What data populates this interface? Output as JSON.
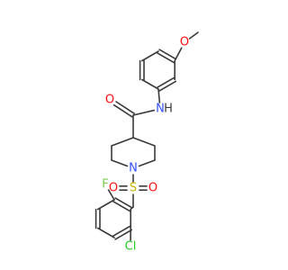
{
  "colors": {
    "bond": "#3a3a3a",
    "O": "#ff0d0d",
    "N": "#3050f8",
    "S": "#c8b400",
    "F": "#7ec850",
    "Cl": "#1fd01f"
  },
  "molecule": {
    "atoms": [
      {
        "id": "a0",
        "el": "C",
        "label": ""
      },
      {
        "id": "a1",
        "el": "O",
        "label": "O"
      },
      {
        "id": "a2",
        "el": "C",
        "label": ""
      },
      {
        "id": "a3",
        "el": "C",
        "label": ""
      },
      {
        "id": "a4",
        "el": "C",
        "label": ""
      },
      {
        "id": "a5",
        "el": "C",
        "label": ""
      },
      {
        "id": "a6",
        "el": "C",
        "label": ""
      },
      {
        "id": "a7",
        "el": "C",
        "label": ""
      },
      {
        "id": "a8",
        "el": "N",
        "label": "N"
      },
      {
        "id": "a9",
        "el": "H",
        "label": "H"
      },
      {
        "id": "a10",
        "el": "C",
        "label": ""
      },
      {
        "id": "a11",
        "el": "O",
        "label": "O"
      },
      {
        "id": "a12",
        "el": "C",
        "label": ""
      },
      {
        "id": "a13",
        "el": "C",
        "label": ""
      },
      {
        "id": "a14",
        "el": "C",
        "label": ""
      },
      {
        "id": "a15",
        "el": "N",
        "label": "N"
      },
      {
        "id": "a16",
        "el": "C",
        "label": ""
      },
      {
        "id": "a17",
        "el": "C",
        "label": ""
      },
      {
        "id": "a18",
        "el": "S",
        "label": "S"
      },
      {
        "id": "a19",
        "el": "O",
        "label": "O"
      },
      {
        "id": "a20",
        "el": "O",
        "label": "O"
      },
      {
        "id": "a21",
        "el": "C",
        "label": ""
      },
      {
        "id": "a22",
        "el": "C",
        "label": ""
      },
      {
        "id": "a23",
        "el": "C",
        "label": ""
      },
      {
        "id": "a24",
        "el": "F",
        "label": "F"
      },
      {
        "id": "a25",
        "el": "C",
        "label": ""
      },
      {
        "id": "a26",
        "el": "C",
        "label": ""
      },
      {
        "id": "a27",
        "el": "C",
        "label": ""
      },
      {
        "id": "a28",
        "el": "C",
        "label": ""
      },
      {
        "id": "a29",
        "el": "Cl",
        "label": "Cl"
      }
    ],
    "bonds": [
      {
        "a": "a0",
        "b": "a1",
        "order": 1
      },
      {
        "a": "a1",
        "b": "a2",
        "order": 1
      },
      {
        "a": "a2",
        "b": "a3",
        "order": 2
      },
      {
        "a": "a3",
        "b": "a4",
        "order": 1
      },
      {
        "a": "a4",
        "b": "a5",
        "order": 2
      },
      {
        "a": "a5",
        "b": "a6",
        "order": 1
      },
      {
        "a": "a6",
        "b": "a7",
        "order": 2
      },
      {
        "a": "a7",
        "b": "a2",
        "order": 1
      },
      {
        "a": "a4",
        "b": "a8",
        "order": 1
      },
      {
        "a": "a8",
        "b": "a10",
        "order": 1
      },
      {
        "a": "a10",
        "b": "a11",
        "order": 2
      },
      {
        "a": "a10",
        "b": "a12",
        "order": 1
      },
      {
        "a": "a12",
        "b": "a13",
        "order": 1
      },
      {
        "a": "a13",
        "b": "a14",
        "order": 1
      },
      {
        "a": "a14",
        "b": "a15",
        "order": 1
      },
      {
        "a": "a15",
        "b": "a16",
        "order": 1
      },
      {
        "a": "a16",
        "b": "a17",
        "order": 1
      },
      {
        "a": "a17",
        "b": "a12",
        "order": 1
      },
      {
        "a": "a15",
        "b": "a18",
        "order": 1
      },
      {
        "a": "a18",
        "b": "a19",
        "order": 2
      },
      {
        "a": "a18",
        "b": "a20",
        "order": 2
      },
      {
        "a": "a18",
        "b": "a21",
        "order": 1
      },
      {
        "a": "a21",
        "b": "a22",
        "order": 1
      },
      {
        "a": "a22",
        "b": "a23",
        "order": 2
      },
      {
        "a": "a23",
        "b": "a24",
        "order": 1
      },
      {
        "a": "a23",
        "b": "a25",
        "order": 1
      },
      {
        "a": "a25",
        "b": "a26",
        "order": 2
      },
      {
        "a": "a26",
        "b": "a27",
        "order": 1
      },
      {
        "a": "a27",
        "b": "a28",
        "order": 2
      },
      {
        "a": "a28",
        "b": "a22",
        "order": 1
      },
      {
        "a": "a28",
        "b": "a29",
        "order": 1
      }
    ]
  }
}
